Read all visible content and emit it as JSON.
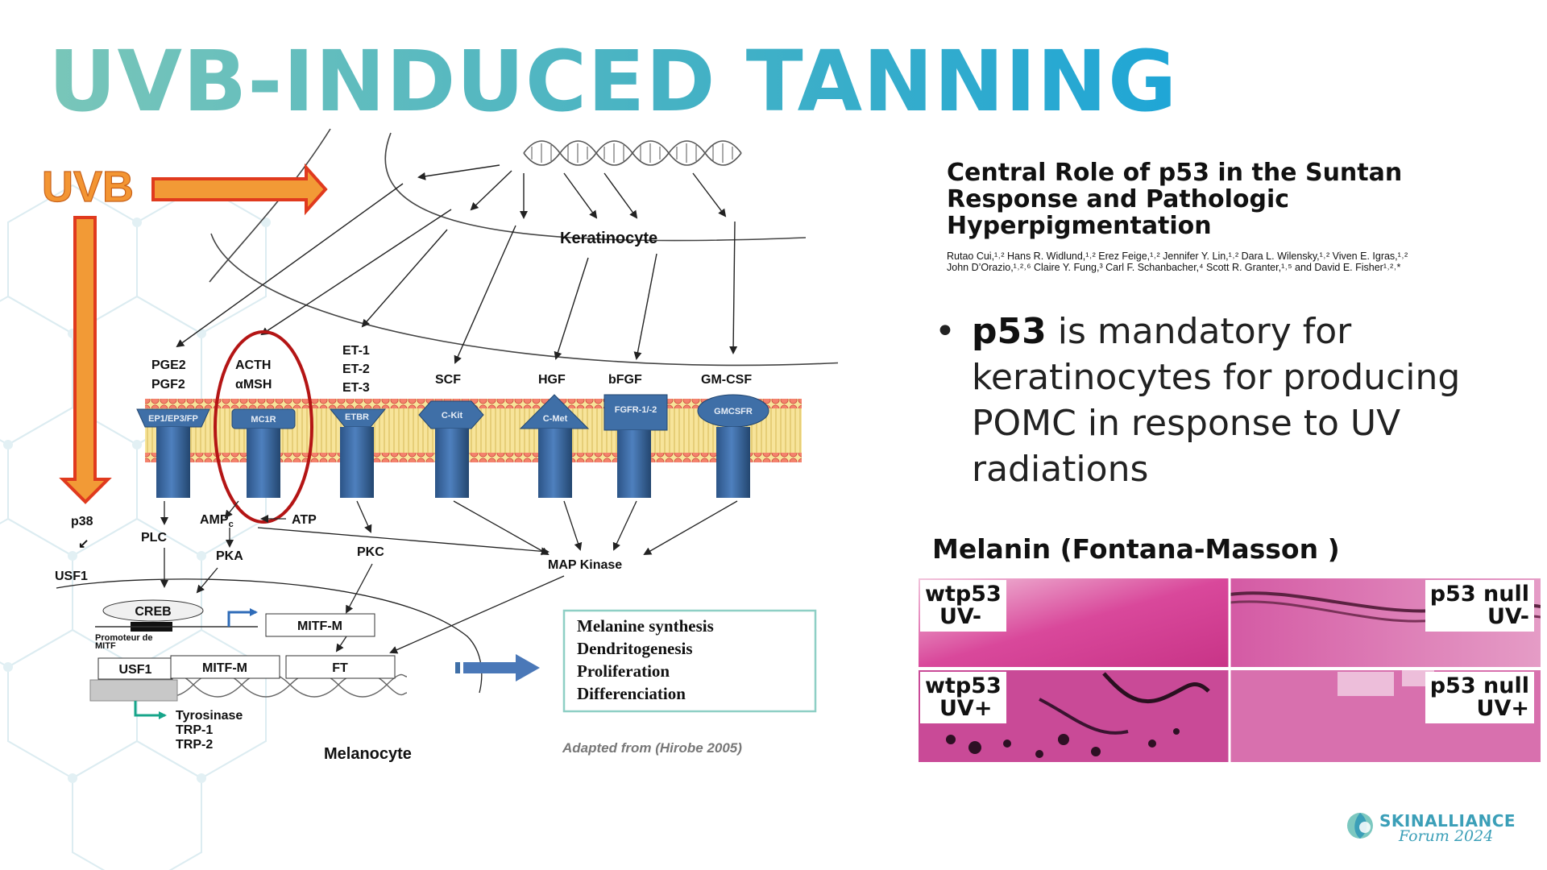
{
  "slide": {
    "title": "UVB-INDUCED TANNING",
    "colors": {
      "title_start": "#79c6b9",
      "title_end": "#1fa6d6",
      "uvb": "#f39533",
      "arrow_fill": "#f29a36",
      "arrow_stroke": "#e03a1e",
      "receptor": "#3f6fa7",
      "highlight": "#b41515"
    }
  },
  "diagram": {
    "uvb_label": "UVB",
    "keratinocyte_label": "Keratinocyte",
    "melanocyte_label": "Melanocyte",
    "factors": {
      "pge": [
        "PGE2",
        "PGF2"
      ],
      "acth": [
        "ACTH",
        "αMSH"
      ],
      "et": [
        "ET-1",
        "ET-2",
        "ET-3"
      ],
      "scf": "SCF",
      "hgf": "HGF",
      "bfgf": "bFGF",
      "gmcsf": "GM-CSF"
    },
    "receptors": {
      "ep": "EP1/EP3/FP",
      "mc1r": "MC1R",
      "etbr": "ETBR",
      "ckit": "C-Kit",
      "cmet": "C-Met",
      "fgfr": "FGFR-1/-2",
      "gmcsfr": "GMCSFR"
    },
    "signals": {
      "p38": "p38",
      "usf1": "USF1",
      "plc": "PLC",
      "amp": "AMP",
      "amp_sub": "c",
      "atp": "ATP",
      "pka": "PKA",
      "pkc": "PKC",
      "map_kinase": "MAP Kinase",
      "creb": "CREB",
      "promoter": [
        "Promoteur de",
        "MITF"
      ],
      "mitf_m_top": "MITF-M",
      "usf1_box": "USF1",
      "mitf_m_box": "MITF-M",
      "ft_box": "FT",
      "genes": [
        "Tyrosinase",
        "TRP-1",
        "TRP-2"
      ]
    },
    "outcomes": [
      "Melanine synthesis",
      "Dendritogenesis",
      "Proliferation",
      "Differenciation"
    ],
    "source": "Adapted from (Hirobe 2005)"
  },
  "paper": {
    "title_lines": [
      "Central Role of p53 in the Suntan",
      "Response and Pathologic",
      "Hyperpigmentation"
    ],
    "authors_line1": "Rutao Cui,¹˒² Hans R. Widlund,¹˒² Erez Feige,¹˒² Jennifer Y. Lin,¹˒² Dara L. Wilensky,¹˒² Viven E. Igras,¹˒²",
    "authors_line2": "John D’Orazio,¹˒²˒⁶ Claire Y. Fung,³ Carl F. Schanbacher,⁴ Scott R. Granter,¹˒⁵ and David E. Fisher¹˒²˒*"
  },
  "bullet": {
    "bold": "p53",
    "text": " is mandatory for keratinocytes for producing POMC in response to UV radiations"
  },
  "melanin": {
    "heading": "Melanin (Fontana-Masson )",
    "panels": [
      {
        "line1": "wtp53",
        "line2": "UV-"
      },
      {
        "line1": "p53 null",
        "line2": "UV-"
      },
      {
        "line1": "wtp53",
        "line2": "UV+"
      },
      {
        "line1": "p53 null",
        "line2": "UV+"
      }
    ]
  },
  "logo": {
    "name": "SKINALLIANCE",
    "sub": "Forum 2024"
  }
}
